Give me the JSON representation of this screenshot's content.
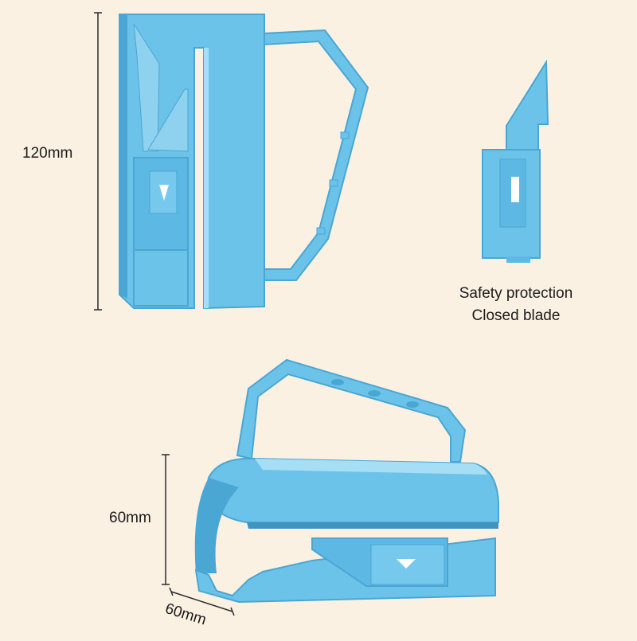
{
  "dimensions": {
    "height_top": "120mm",
    "height_bottom": "60mm",
    "depth_bottom": "60mm"
  },
  "caption": {
    "line1": "Safety protection",
    "line2": "Closed blade"
  },
  "colors": {
    "background": "#fbf1e3",
    "product_blue": "#6cc3ea",
    "product_shadow": "#4aa6d2",
    "product_highlight": "#a6def5",
    "dimension_line": "#2a2a2a"
  }
}
